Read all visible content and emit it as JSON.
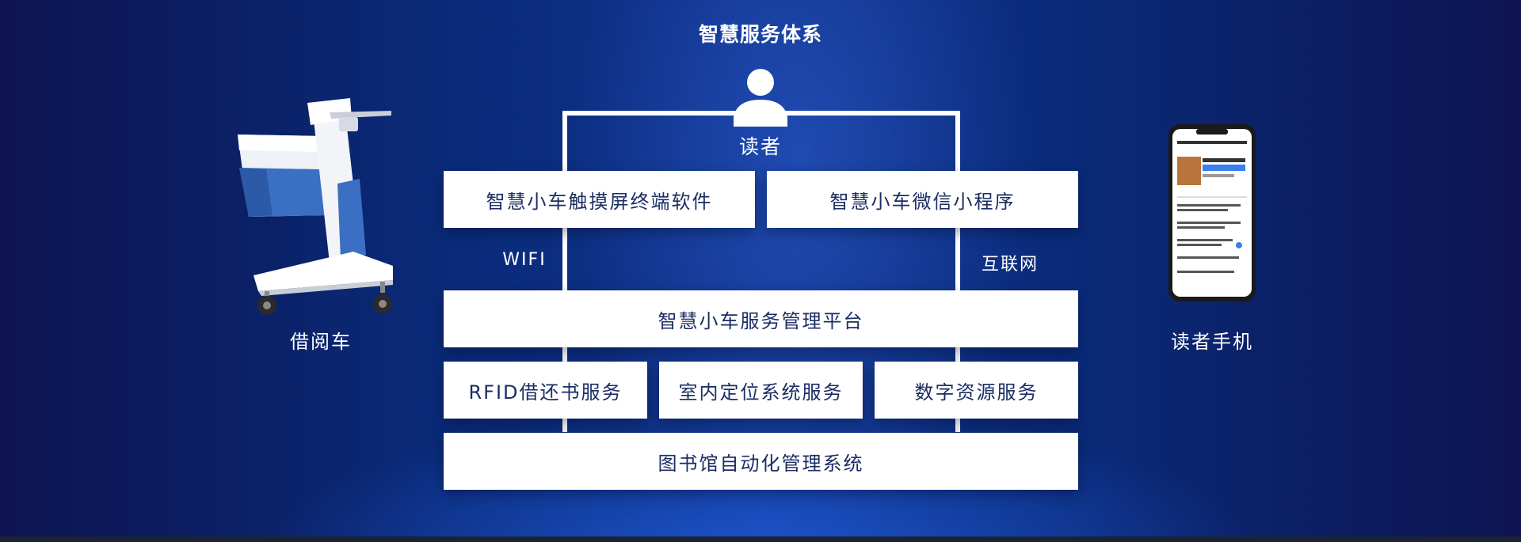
{
  "title": "智慧服务体系",
  "reader": {
    "label": "读者",
    "icon": "person-icon"
  },
  "left_device": {
    "label": "借阅车",
    "icon": "cart-icon"
  },
  "right_device": {
    "label": "读者手机",
    "icon": "phone-icon"
  },
  "connections": {
    "left": "WIFI",
    "right": "互联网"
  },
  "layers": {
    "touch_terminal": "智慧小车触摸屏终端软件",
    "wechat_miniprogram": "智慧小车微信小程序",
    "platform": "智慧小车服务管理平台",
    "rfid": "RFID借还书服务",
    "indoor_positioning": "室内定位系统服务",
    "digital_resources": "数字资源服务",
    "library_system": "图书馆自动化管理系统"
  },
  "colors": {
    "box_bg": "#ffffff",
    "box_text": "#1b2d63",
    "accent_blue": "#3a6fc4"
  }
}
